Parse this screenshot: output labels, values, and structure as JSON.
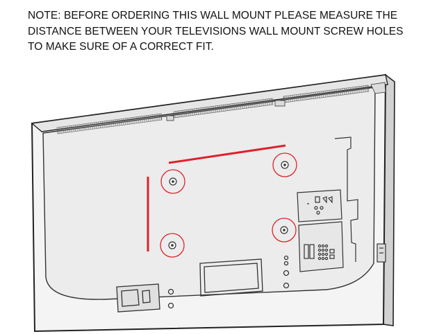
{
  "note": {
    "lines": [
      "NOTE: BEFORE ORDERING THIS WALL MOUNT PLEASE MEASURE THE",
      "DISTANCE BETWEEN YOUR TELEVISIONS WALL MOUNT SCREW HOLES",
      "TO MAKE SURE OF A CORRECT FIT."
    ]
  },
  "colors": {
    "outline": "#222222",
    "panel": "#ededed",
    "highlight": "#e0202a",
    "background": "#ffffff"
  },
  "icons": {
    "screw_hole": "circle-with-dot",
    "measure_line": "red-line"
  }
}
